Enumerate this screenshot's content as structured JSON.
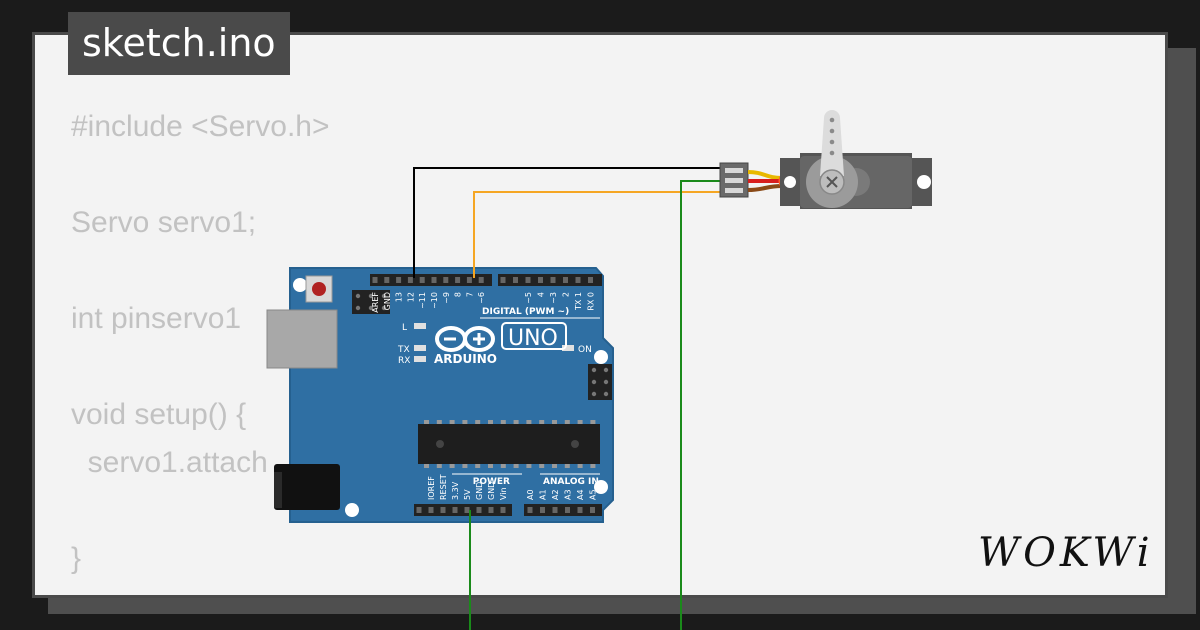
{
  "tab": {
    "filename": "sketch.ino"
  },
  "code": {
    "lines": [
      "#include <Servo.h>",
      "",
      "Servo servo1;",
      "",
      "int pinservo1",
      "",
      "void setup() {",
      "  servo1.attach",
      "",
      "}"
    ]
  },
  "board": {
    "brand": "ARDUINO",
    "model": "UNO",
    "on_label": "ON",
    "l_label": "L",
    "tx_label": "TX",
    "rx_label": "RX",
    "digital_label": "DIGITAL (PWM ~)",
    "power_label": "POWER",
    "analog_label": "ANALOG IN",
    "digital_pins": [
      "AREF",
      "GND",
      "13",
      "12",
      "~11",
      "~10",
      "~9",
      "8",
      "7",
      "~6",
      "~5",
      "4",
      "~3",
      "2",
      "TX 1",
      "RX 0"
    ],
    "power_pins": [
      "IOREF",
      "RESET",
      "3.3V",
      "5V",
      "GND",
      "GND",
      "Vin"
    ],
    "analog_pins": [
      "A0",
      "A1",
      "A2",
      "A3",
      "A4",
      "A5"
    ]
  },
  "logo": {
    "text": "WOKWi"
  },
  "colors": {
    "background": "#1b1b1b",
    "card": "#f3f3f3",
    "board": "#2f6fa3",
    "wire_gnd": "#000000",
    "wire_signal": "#f5a623",
    "wire_power": "#1a8a1a"
  }
}
